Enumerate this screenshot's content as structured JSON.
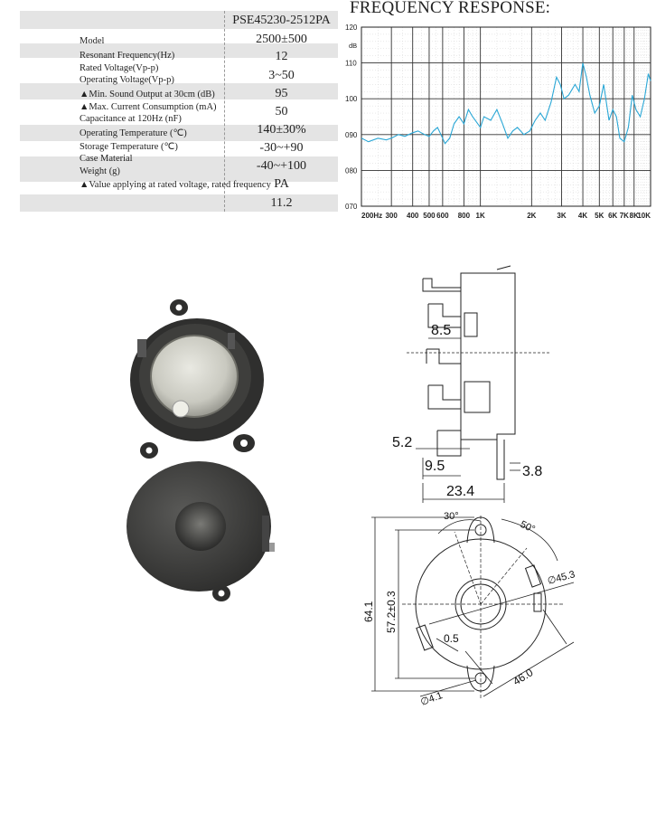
{
  "spec": {
    "header": "PSE45230-2512PA",
    "rows": [
      {
        "label": "Model",
        "value": "2500±500"
      },
      {
        "label": "Resonant Frequency(Hz)",
        "value": "12"
      },
      {
        "label": "Rated Voltage(Vp-p)",
        "value": ""
      },
      {
        "label": "Operating Voltage(Vp-p)",
        "value": "3~50"
      },
      {
        "label": "▲Min. Sound Output at 30cm (dB)",
        "value": "95"
      },
      {
        "label": "▲Max. Current Consumption (mA)",
        "value": "50"
      },
      {
        "label": "Capacitance at 120Hz (nF)",
        "value": ""
      },
      {
        "label": "Operating Temperature (℃)",
        "value": "140±30%"
      },
      {
        "label": "Storage Temperature (℃)",
        "value": "-30~+90"
      },
      {
        "label": "Case Material",
        "value": ""
      },
      {
        "label": "Weight (g)",
        "value": "-40~+100"
      },
      {
        "label": "▲Value applying at rated voltage, rated frequency",
        "value": "PA"
      },
      {
        "label": "",
        "value": "11.2"
      }
    ]
  },
  "chart_title": "FREQUENCY RESPONSE:",
  "chart_data": {
    "type": "line",
    "title": "FREQUENCY RESPONSE:",
    "ylabel": "dB",
    "xscale": "log",
    "ylim": [
      70,
      120
    ],
    "xlim": [
      200,
      10000
    ],
    "yticks": [
      "070",
      "080",
      "090",
      "100",
      "110",
      "120"
    ],
    "ytick_values": [
      70,
      80,
      90,
      100,
      110,
      120
    ],
    "xticks": [
      "200Hz",
      "300",
      "400",
      "500",
      "600",
      "800",
      "1K",
      "2K",
      "3K",
      "4K",
      "5K",
      "6K",
      "7K",
      "8K",
      "10K"
    ],
    "xtick_values": [
      200,
      300,
      400,
      500,
      600,
      800,
      1000,
      2000,
      3000,
      4000,
      5000,
      6000,
      7000,
      8000,
      10000
    ],
    "grid": true,
    "line_color": "#2aa7d6",
    "series": [
      {
        "values": [
          [
            200,
            89
          ],
          [
            220,
            88
          ],
          [
            250,
            89
          ],
          [
            280,
            88.5
          ],
          [
            300,
            89
          ],
          [
            330,
            90
          ],
          [
            360,
            89.5
          ],
          [
            400,
            90.5
          ],
          [
            430,
            91
          ],
          [
            470,
            90
          ],
          [
            500,
            89.5
          ],
          [
            530,
            91
          ],
          [
            560,
            92
          ],
          [
            600,
            89
          ],
          [
            620,
            87.5
          ],
          [
            660,
            89
          ],
          [
            700,
            93
          ],
          [
            750,
            95
          ],
          [
            800,
            93
          ],
          [
            850,
            97
          ],
          [
            900,
            95
          ],
          [
            1000,
            92
          ],
          [
            1050,
            95
          ],
          [
            1150,
            94
          ],
          [
            1250,
            97
          ],
          [
            1350,
            93
          ],
          [
            1450,
            89
          ],
          [
            1550,
            91
          ],
          [
            1650,
            92
          ],
          [
            1800,
            90
          ],
          [
            1950,
            91
          ],
          [
            2100,
            94
          ],
          [
            2250,
            96
          ],
          [
            2400,
            94
          ],
          [
            2600,
            99
          ],
          [
            2800,
            106
          ],
          [
            2950,
            104
          ],
          [
            3100,
            100
          ],
          [
            3300,
            101
          ],
          [
            3600,
            104
          ],
          [
            3800,
            102
          ],
          [
            4000,
            110
          ],
          [
            4200,
            106
          ],
          [
            4400,
            101
          ],
          [
            4700,
            96
          ],
          [
            5000,
            98
          ],
          [
            5300,
            104
          ],
          [
            5700,
            94
          ],
          [
            6000,
            97
          ],
          [
            6300,
            95
          ],
          [
            6600,
            89
          ],
          [
            7000,
            88
          ],
          [
            7400,
            92
          ],
          [
            7800,
            101
          ],
          [
            8200,
            97
          ],
          [
            8700,
            95
          ],
          [
            9200,
            100
          ],
          [
            9700,
            107
          ],
          [
            10000,
            105
          ]
        ]
      }
    ]
  },
  "drawing": {
    "side": [
      "8.5",
      "5.2",
      "9.5",
      "3.8",
      "23.4"
    ],
    "front": [
      "30°",
      "50°",
      "∅45.3",
      "64.1",
      "57.2±0.3",
      "0.5",
      "46.0",
      "∅4.1"
    ]
  }
}
